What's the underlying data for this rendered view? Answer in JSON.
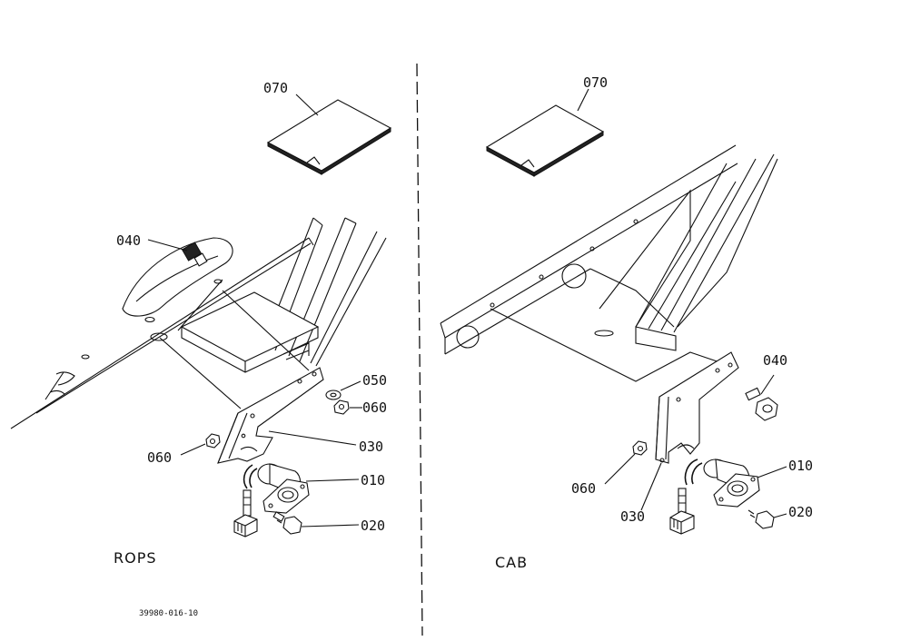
{
  "panels": {
    "rops": {
      "caption": "ROPS",
      "labels": {
        "p070": "070",
        "p040": "040",
        "p050": "050",
        "p060a": "060",
        "p060b": "060",
        "p030": "030",
        "p010": "010",
        "p020": "020"
      }
    },
    "cab": {
      "caption": "CAB",
      "labels": {
        "p070": "070",
        "p040": "040",
        "p060": "060",
        "p030": "030",
        "p010": "010",
        "p020": "020"
      }
    }
  },
  "drawing_number": "39980-016-10"
}
